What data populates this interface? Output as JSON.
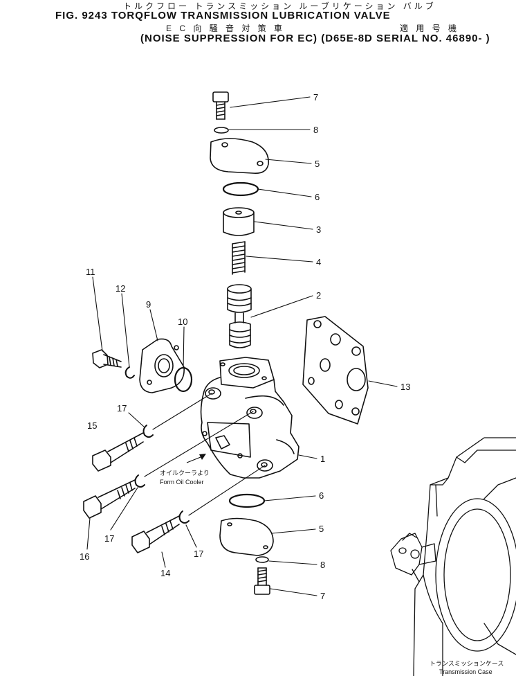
{
  "header": {
    "jp_title": "トルクフロー トランスミッション ルーブリケーション バルブ",
    "fig_title": "FIG. 9243  TORQFLOW TRANSMISSION LUBRICATION VALVE",
    "jp_sub_left": "E C 向 騒 音 対 策 車",
    "jp_sub_right": "適 用 号 機",
    "sub_title": "(NOISE SUPPRESSION FOR EC) (D65E-8D SERIAL NO. 46890- )"
  },
  "callouts": {
    "c7_top": "7",
    "c8_top": "8",
    "c5_top": "5",
    "c6_top": "6",
    "c3": "3",
    "c4": "4",
    "c2": "2",
    "c11": "11",
    "c12": "12",
    "c9": "9",
    "c10": "10",
    "c13": "13",
    "c17_a": "17",
    "c15": "15",
    "c1": "1",
    "c16": "16",
    "c17_b": "17",
    "c6_bot": "6",
    "c5_bot": "5",
    "c17_c": "17",
    "c14": "14",
    "c8_bot": "8",
    "c7_bot": "7"
  },
  "notes": {
    "oil_cooler_jp": "オイルクーラより",
    "oil_cooler_en": "Form Oil Cooler",
    "trans_case_jp": "トランスミッションケース",
    "trans_case_en": "Transmission Case"
  }
}
